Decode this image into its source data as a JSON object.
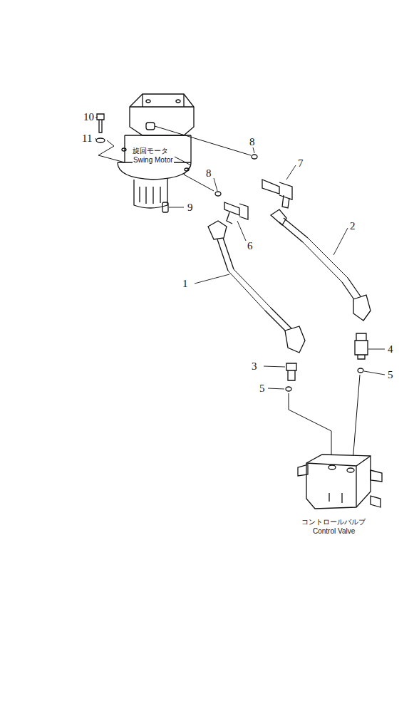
{
  "diagram": {
    "labels": [
      "10",
      "11",
      "旋回モータ",
      "Swing Motor",
      "9",
      "8",
      "7",
      "8",
      "6",
      "2",
      "1",
      "4",
      "3",
      "5",
      "5",
      "コントロールバルブ",
      "Control Valve"
    ]
  }
}
